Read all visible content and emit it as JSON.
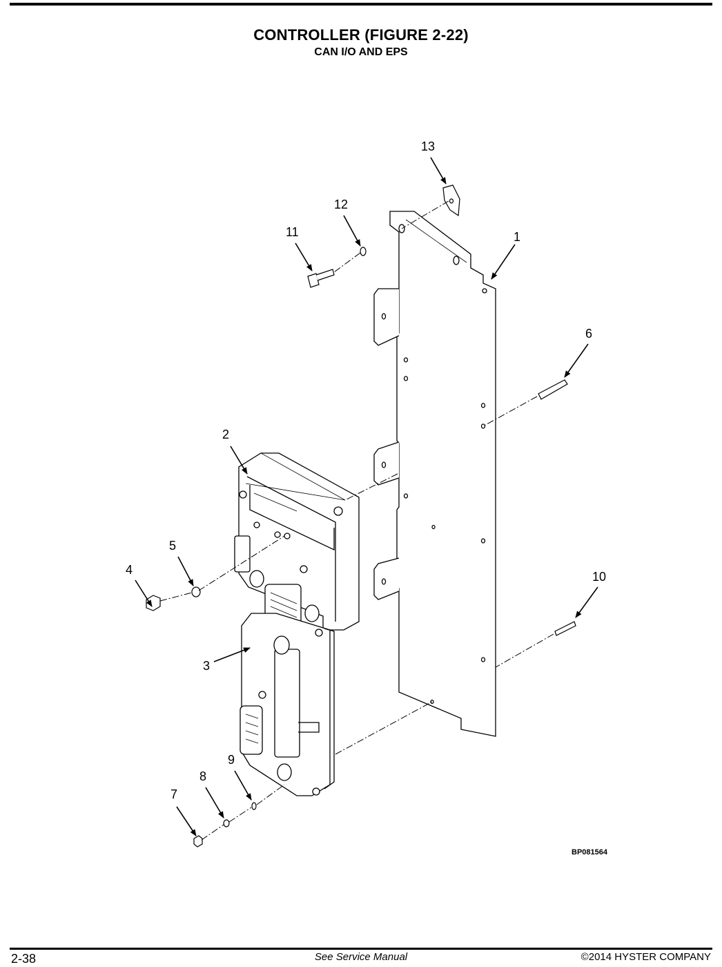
{
  "header": {
    "title": "CONTROLLER (FIGURE 2-22)",
    "subtitle": "CAN I/O AND EPS"
  },
  "figure": {
    "callouts": [
      "1",
      "2",
      "3",
      "4",
      "5",
      "6",
      "7",
      "8",
      "9",
      "10",
      "11",
      "12",
      "13"
    ],
    "code": "BP081564"
  },
  "footer": {
    "page_number": "2-38",
    "note": "See Service Manual",
    "copyright": "©2014 HYSTER COMPANY"
  }
}
